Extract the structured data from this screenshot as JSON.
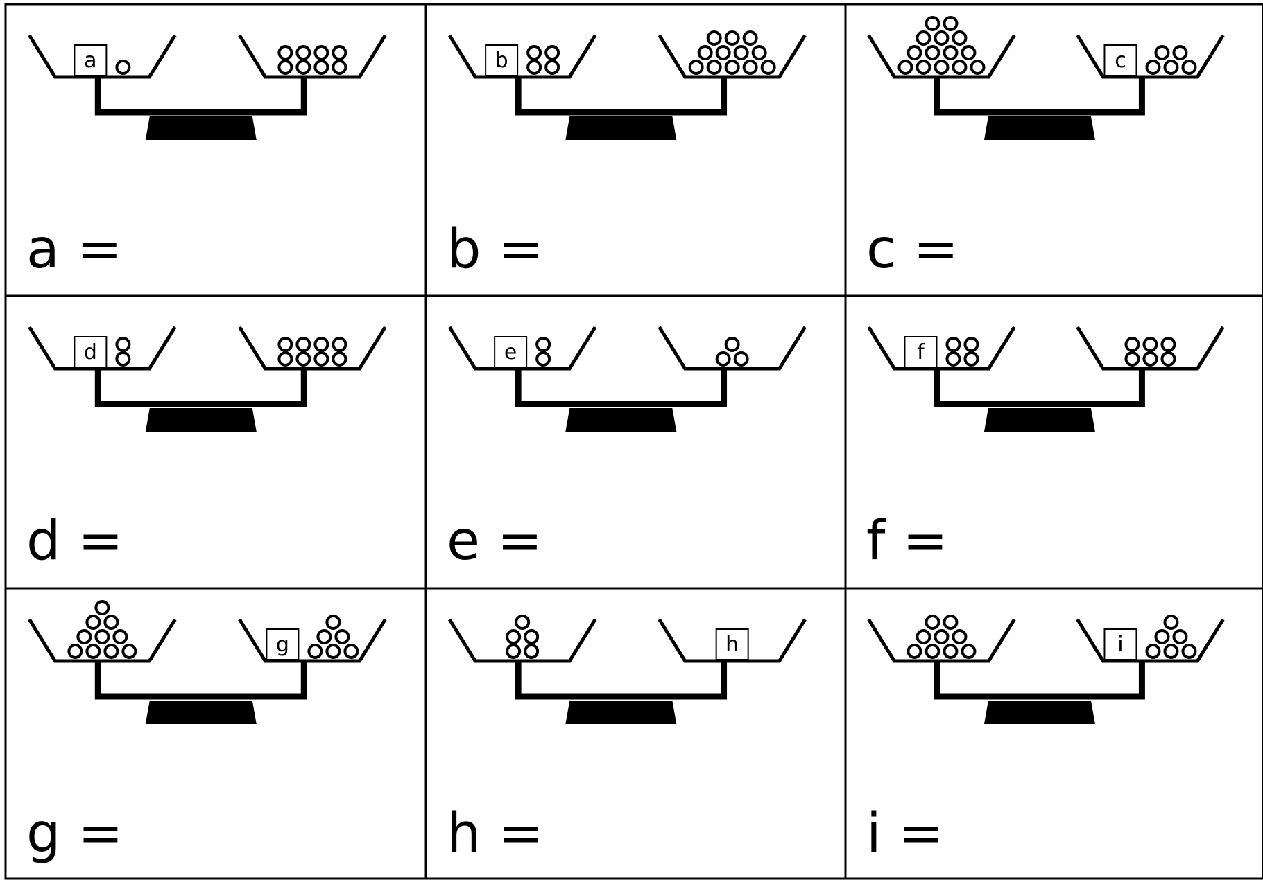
{
  "colors": {
    "ink": "#000000",
    "background": "#ffffff"
  },
  "puzzles": [
    {
      "var": "a",
      "equation": "a =",
      "left": {
        "box": "a",
        "balls": [
          1
        ]
      },
      "right": {
        "box": "",
        "balls": [
          4,
          4
        ]
      }
    },
    {
      "var": "b",
      "equation": "b =",
      "left": {
        "box": "b",
        "balls": [
          2,
          2
        ]
      },
      "right": {
        "box": "",
        "balls": [
          3,
          4,
          5
        ]
      }
    },
    {
      "var": "c",
      "equation": "c =",
      "left": {
        "box": "",
        "balls": [
          2,
          3,
          4,
          5
        ]
      },
      "right": {
        "box": "c",
        "balls": [
          2,
          3
        ]
      }
    },
    {
      "var": "d",
      "equation": "d =",
      "left": {
        "box": "d",
        "balls": [
          1,
          1
        ]
      },
      "right": {
        "box": "",
        "balls": [
          4,
          4
        ]
      }
    },
    {
      "var": "e",
      "equation": "e =",
      "left": {
        "box": "e",
        "balls": [
          1,
          1
        ]
      },
      "right": {
        "box": "",
        "balls": [
          1,
          2
        ]
      }
    },
    {
      "var": "f",
      "equation": "f =",
      "left": {
        "box": "f",
        "balls": [
          2,
          2
        ]
      },
      "right": {
        "box": "",
        "balls": [
          3,
          3
        ]
      }
    },
    {
      "var": "g",
      "equation": "g =",
      "left": {
        "box": "",
        "balls": [
          1,
          2,
          3,
          4
        ]
      },
      "right": {
        "box": "g",
        "balls": [
          1,
          2,
          3
        ]
      }
    },
    {
      "var": "h",
      "equation": "h =",
      "left": {
        "box": "",
        "balls": [
          1,
          2,
          2
        ]
      },
      "right": {
        "box": "h",
        "balls": []
      }
    },
    {
      "var": "i",
      "equation": "i =",
      "left": {
        "box": "",
        "balls": [
          2,
          3,
          4
        ]
      },
      "right": {
        "box": "i",
        "balls": [
          1,
          2,
          3
        ]
      }
    }
  ]
}
